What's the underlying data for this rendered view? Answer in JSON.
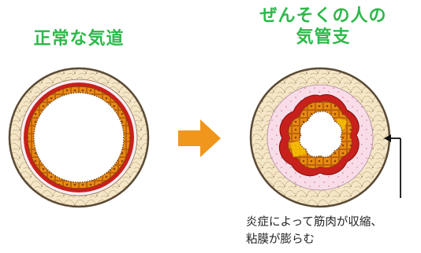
{
  "labels": {
    "normal_title": "正常な気道",
    "asthma_title_line1": "ぜんそくの人の",
    "asthma_title_line2": "気管支",
    "caption_line1": "炎症によって筋肉が収縮、",
    "caption_line2": "粘膜が膨らむ"
  },
  "colors": {
    "title_green": "#2db84a",
    "cartilage_tan": "#f4e6c6",
    "muscle_red": "#c8201c",
    "epithelium_orange": "#e88a14",
    "swollen_mucosa_pink": "#f8dde8",
    "arrow_orange": "#f0961c",
    "mucus_yellow": "#f7c200"
  },
  "icons": {
    "transition_arrow": "right-arrow-icon",
    "pointer": "callout-arrow-icon"
  }
}
